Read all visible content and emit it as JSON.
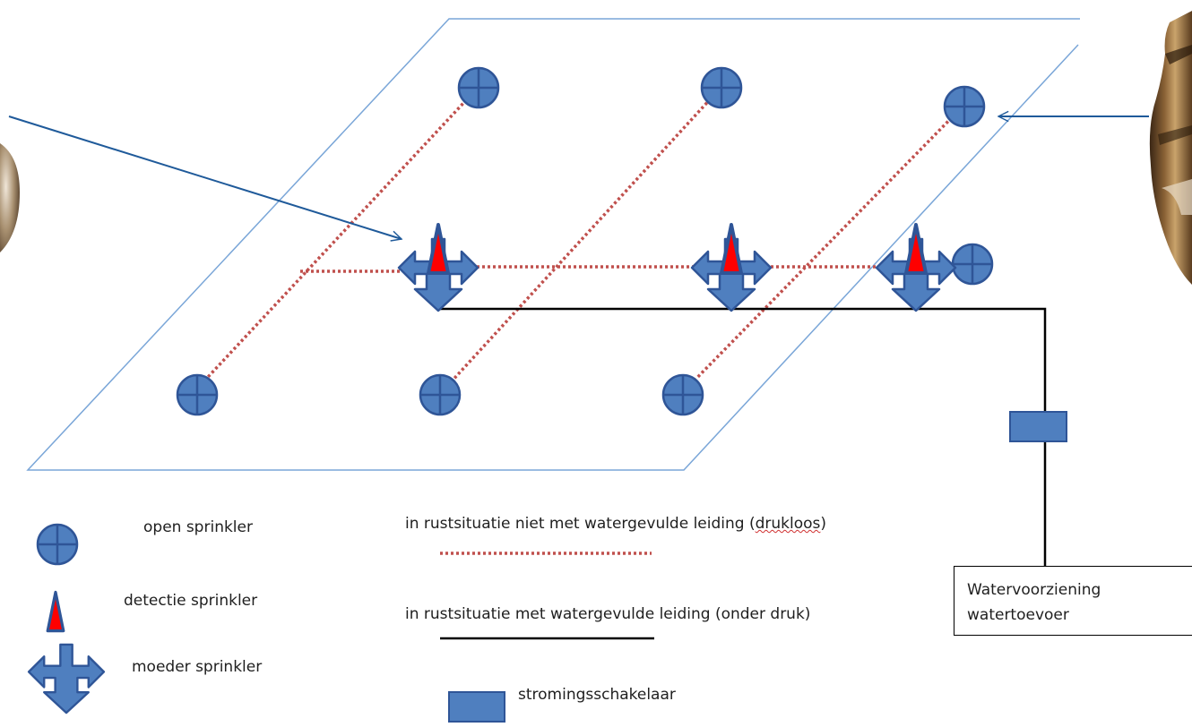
{
  "legend": {
    "open_sprinkler": "open sprinkler",
    "detection_sprinkler": "detectie sprinkler",
    "mother_sprinkler": "moeder sprinkler",
    "flow_switch": "stromingsschakelaar"
  },
  "line_legend": {
    "dry_prefix": "in rustsituatie niet met watergevulde leiding (",
    "dry_underlined": "drukloos",
    "dry_suffix": ")",
    "wet": "in rustsituatie met watergevulde leiding (onder druk)"
  },
  "supply": {
    "line1": "Watervoorziening",
    "line2": "watertoevoer"
  },
  "colors": {
    "sprinkler_fill": "#4f7fbf",
    "sprinkler_stroke": "#2f5597",
    "dry_pipe": "#c0504d",
    "detection_red": "#ff0000",
    "plane_outline": "#7aa6d8",
    "arrow": "#1f5a9a",
    "wet_pipe": "#000000"
  }
}
